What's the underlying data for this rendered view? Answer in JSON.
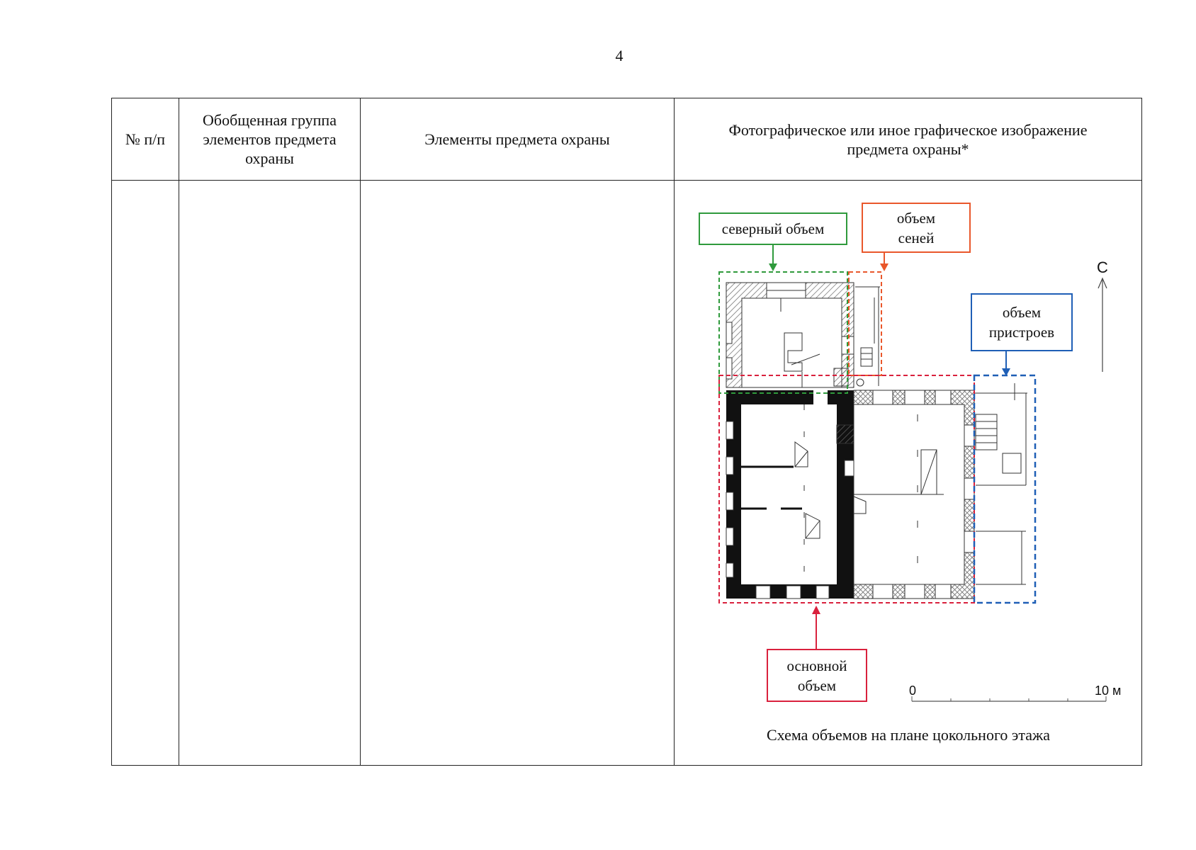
{
  "page": {
    "number": "4"
  },
  "table": {
    "headers": {
      "number": "№ п/п",
      "group": "Обобщенная группа элементов предмета охраны",
      "elements": "Элементы предмета охраны",
      "image": "Фотографическое или иное графическое изображение предмета охраны*"
    }
  },
  "figure": {
    "labels": {
      "north_volume": "северный объем",
      "seni_volume": "объем сеней",
      "main_volume": "основной объем",
      "extensions_volume": "объем пристроев"
    },
    "compass": "С",
    "scale": {
      "start": "0",
      "end": "10 м"
    },
    "caption": "Схема объемов на плане цокольного этажа",
    "colors": {
      "north": "#2f9a3c",
      "seni": "#e9572b",
      "main": "#d9213d",
      "extensions": "#1f5fb6"
    }
  }
}
